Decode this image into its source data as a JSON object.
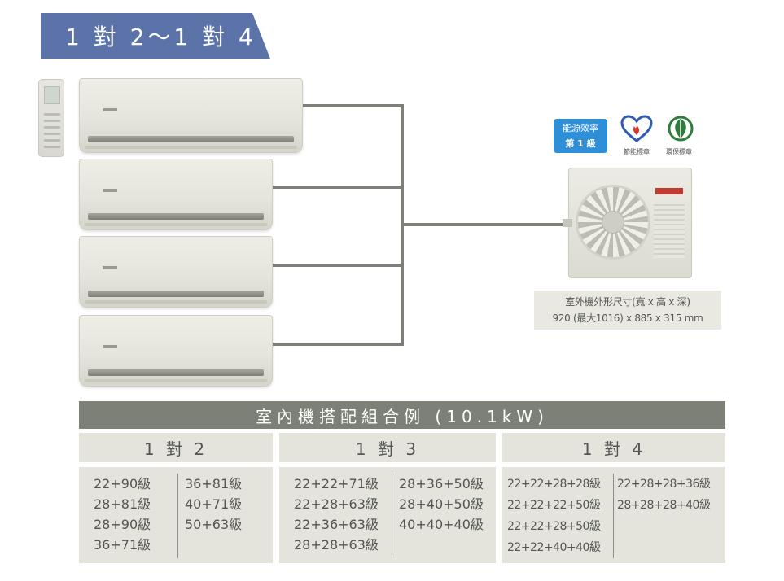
{
  "title": "1 對 2～1 對 4",
  "badges": {
    "efficiency_line1": "能源效率",
    "efficiency_line2": "第 1 級",
    "energy_saving_label": "節能標章",
    "eco_label": "環保標章"
  },
  "outdoor_dimensions": {
    "line1": "室外機外形尺寸(寬 x 高 x 深)",
    "line2": "920 (最大1016) x 885 x 315 mm"
  },
  "table": {
    "title": "室內機搭配組合例 (10.1kW)",
    "columns": [
      {
        "header": "1 對 2",
        "left": [
          "22+90級",
          "28+81級",
          "28+90級",
          "36+71級"
        ],
        "right": [
          "36+81級",
          "40+71級",
          "50+63級"
        ]
      },
      {
        "header": "1 對 3",
        "left": [
          "22+22+71級",
          "22+28+63級",
          "22+36+63級",
          "28+28+63級"
        ],
        "right": [
          "28+36+50級",
          "28+40+50級",
          "40+40+40級"
        ]
      },
      {
        "header": "1 對 4",
        "left": [
          "22+22+28+28級",
          "22+22+22+50級",
          "22+22+28+50級",
          "22+22+40+40級"
        ],
        "right": [
          "22+28+28+36級",
          "28+28+28+40級"
        ]
      }
    ]
  },
  "colors": {
    "ribbon": "#5b73a8",
    "table_header": "#7d8076",
    "cell_bg": "#e4e4dc",
    "efficiency_badge": "#2e8fd6"
  }
}
